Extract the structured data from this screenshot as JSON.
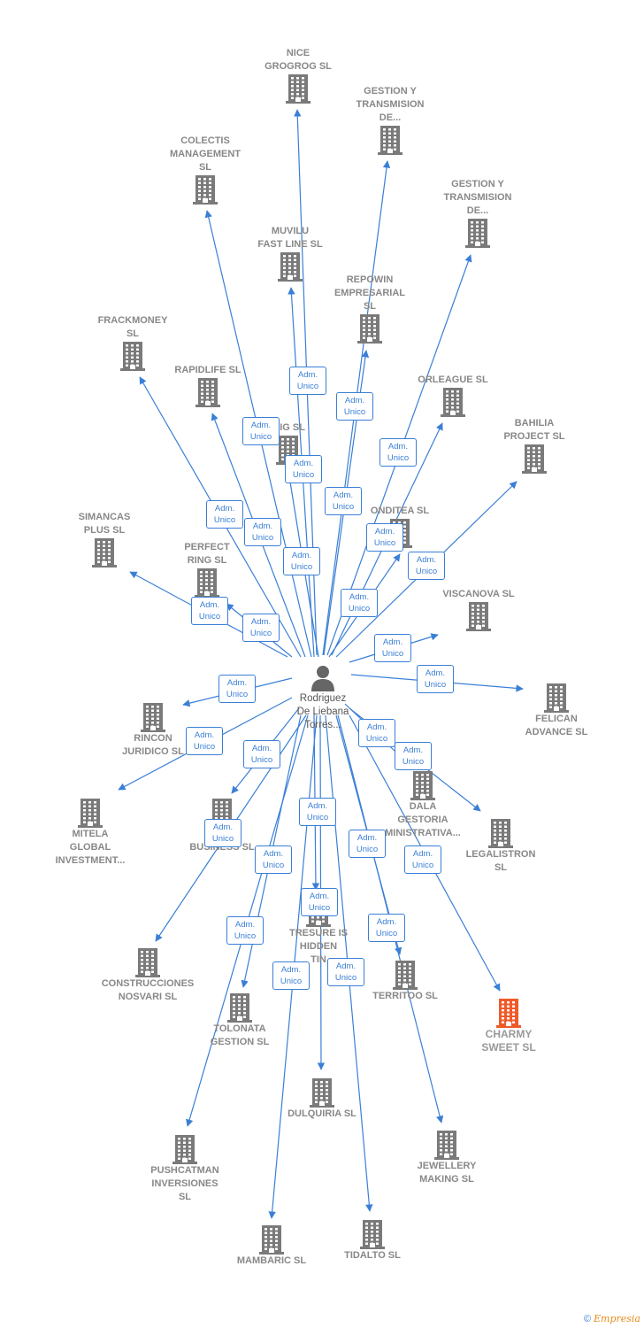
{
  "center": {
    "name": "Rodriguez\nDe Liebana\nTorres...",
    "icon": "person-icon",
    "color": "#666666"
  },
  "edge_label": "Adm.\nUnico",
  "colors": {
    "edge": "#3a7fd6",
    "building": "#7a7a7a",
    "highlight": "#f05a28"
  },
  "nodes": [
    {
      "name": "NICE\nGROGROG SL",
      "icon": "building-icon"
    },
    {
      "name": "GESTION Y\nTRANSMISION\nDE...",
      "icon": "building-icon"
    },
    {
      "name": "COLECTIS\nMANAGEMENT\nSL",
      "icon": "building-icon"
    },
    {
      "name": "GESTION Y\nTRANSMISION\nDE...",
      "icon": "building-icon"
    },
    {
      "name": "MUVILU\nFAST LINE SL",
      "icon": "building-icon"
    },
    {
      "name": "REPOWIN\nEMPRESARIAL\nSL",
      "icon": "building-icon"
    },
    {
      "name": "FRACKMONEY\nSL",
      "icon": "building-icon"
    },
    {
      "name": "RAPIDLIFE SL",
      "icon": "building-icon"
    },
    {
      "name": "ORLEAGUE SL",
      "icon": "building-icon"
    },
    {
      "name": "MIG SL",
      "icon": "building-icon"
    },
    {
      "name": "BAHILIA\nPROJECT SL",
      "icon": "building-icon"
    },
    {
      "name": "SIMANCAS\nPLUS SL",
      "icon": "building-icon"
    },
    {
      "name": "ONDITEA SL",
      "icon": "building-icon"
    },
    {
      "name": "PERFECT\nRING SL",
      "icon": "building-icon"
    },
    {
      "name": "VISCANOVA SL",
      "icon": "building-icon"
    },
    {
      "name": "FELICAN\nADVANCE SL",
      "icon": "building-icon"
    },
    {
      "name": "RINCON\nJURIDICO SL",
      "icon": "building-icon"
    },
    {
      "name": "DALA\nGESTORIA\nMINISTRATIVA...",
      "icon": "building-icon"
    },
    {
      "name": "MITELA\nGLOBAL\nINVESTMENT...",
      "icon": "building-icon"
    },
    {
      "name": "K\nBUSINESS SL",
      "icon": "building-icon"
    },
    {
      "name": "LEGALISTRON\nSL",
      "icon": "building-icon"
    },
    {
      "name": "TRESURE IS\nHIDDEN\nTIN",
      "icon": "building-icon"
    },
    {
      "name": "CONSTRUCCIONES\nNOSVARI SL",
      "icon": "building-icon"
    },
    {
      "name": "TERRITOO SL",
      "icon": "building-icon"
    },
    {
      "name": "CHARMY\nSWEET SL",
      "icon": "building-icon",
      "highlight": true
    },
    {
      "name": "TOLONATA\nGESTION SL",
      "icon": "building-icon"
    },
    {
      "name": "DULQUIRIA SL",
      "icon": "building-icon"
    },
    {
      "name": "JEWELLERY\nMAKING SL",
      "icon": "building-icon"
    },
    {
      "name": "PUSHCATMAN\nINVERSIONES\nSL",
      "icon": "building-icon"
    },
    {
      "name": "TIDALTO SL",
      "icon": "building-icon"
    },
    {
      "name": "MAMBARIC SL",
      "icon": "building-icon"
    }
  ],
  "footer": {
    "copyright": "©",
    "brand": "Empresia"
  }
}
